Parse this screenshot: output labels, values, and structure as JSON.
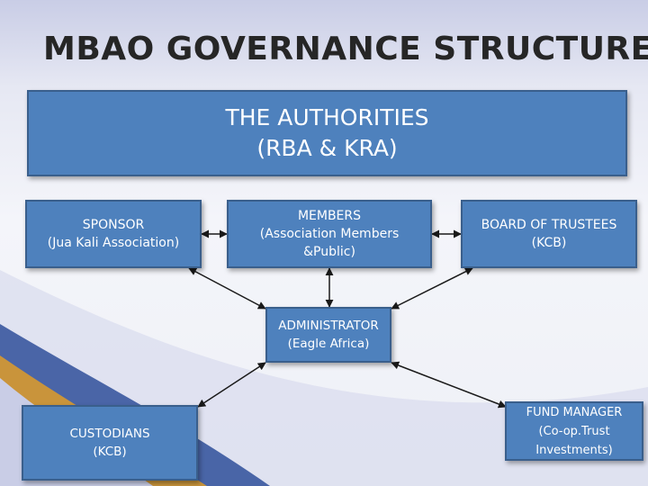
{
  "title": "MBAO GOVERNANCE STRUCTURE",
  "colors": {
    "box_fill": "#4e81bd",
    "box_border": "#3a5f8c",
    "title": "#262626",
    "connector": "#1a1a1a"
  },
  "authorities": {
    "line1": "THE AUTHORITIES",
    "line2": "(RBA & KRA)"
  },
  "sponsor": {
    "line1": "SPONSOR",
    "line2": "(Jua Kali Association)"
  },
  "members": {
    "line1": "MEMBERS",
    "line2": "(Association Members",
    "line3": "&Public)"
  },
  "trustees": {
    "line1": "BOARD OF TRUSTEES",
    "line2": "(KCB)"
  },
  "administrator": {
    "line1": "ADMINISTRATOR",
    "line2": "(Eagle Africa)"
  },
  "custodians": {
    "line1": "CUSTODIANS",
    "line2": "(KCB)"
  },
  "fund_manager": {
    "line1": "FUND MANAGER",
    "line2": "(Co-op.Trust",
    "line3": "Investments)"
  }
}
